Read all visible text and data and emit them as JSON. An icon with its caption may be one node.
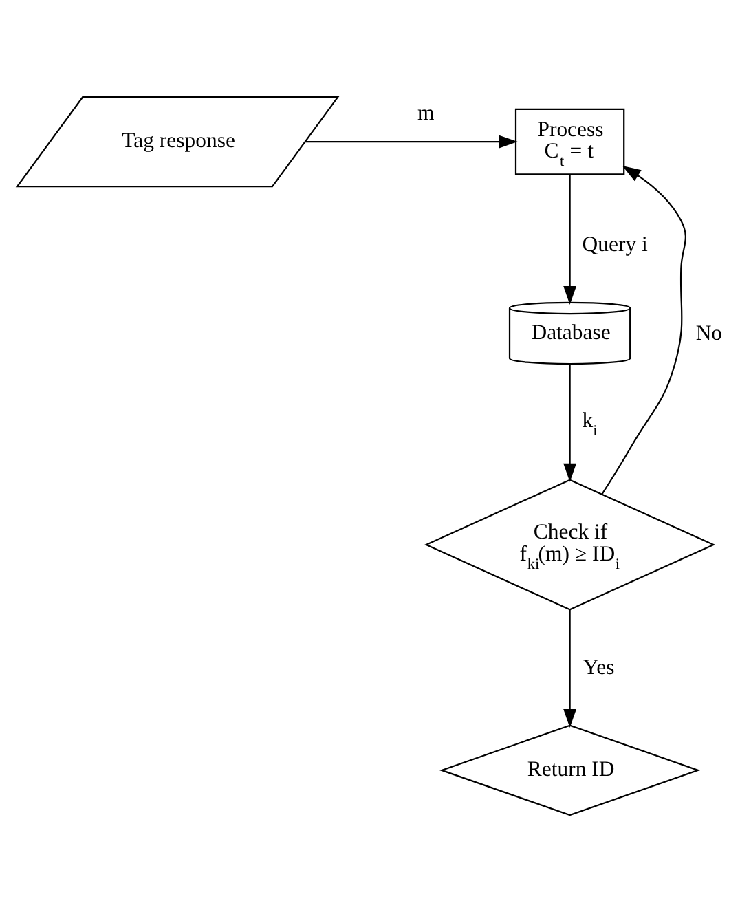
{
  "diagram": {
    "nodes": [
      {
        "text": [
          "Tag response"
        ]
      },
      {
        "text": [
          "Process",
          "C$_{t}$ = t"
        ]
      },
      {
        "text": [
          "Database"
        ]
      },
      {
        "text": [
          "Check if",
          "f$_{ki}$(m) ≥ ID$_{i}$"
        ]
      },
      {
        "text": [
          "Return ID"
        ]
      }
    ],
    "edges": [
      {
        "from": 0,
        "to": 1,
        "arrow": "to",
        "label": "m"
      },
      {
        "from": 1,
        "to": 2,
        "arrow": "to",
        "label": "Query i"
      },
      {
        "from": 2,
        "to": 3,
        "arrow": "to",
        "label": "k$_{i}$"
      },
      {
        "from": 3,
        "to": 1,
        "arrow": "to",
        "label": "No"
      },
      {
        "from": 3,
        "to": 4,
        "arrow": "to",
        "label": "Yes"
      }
    ]
  }
}
